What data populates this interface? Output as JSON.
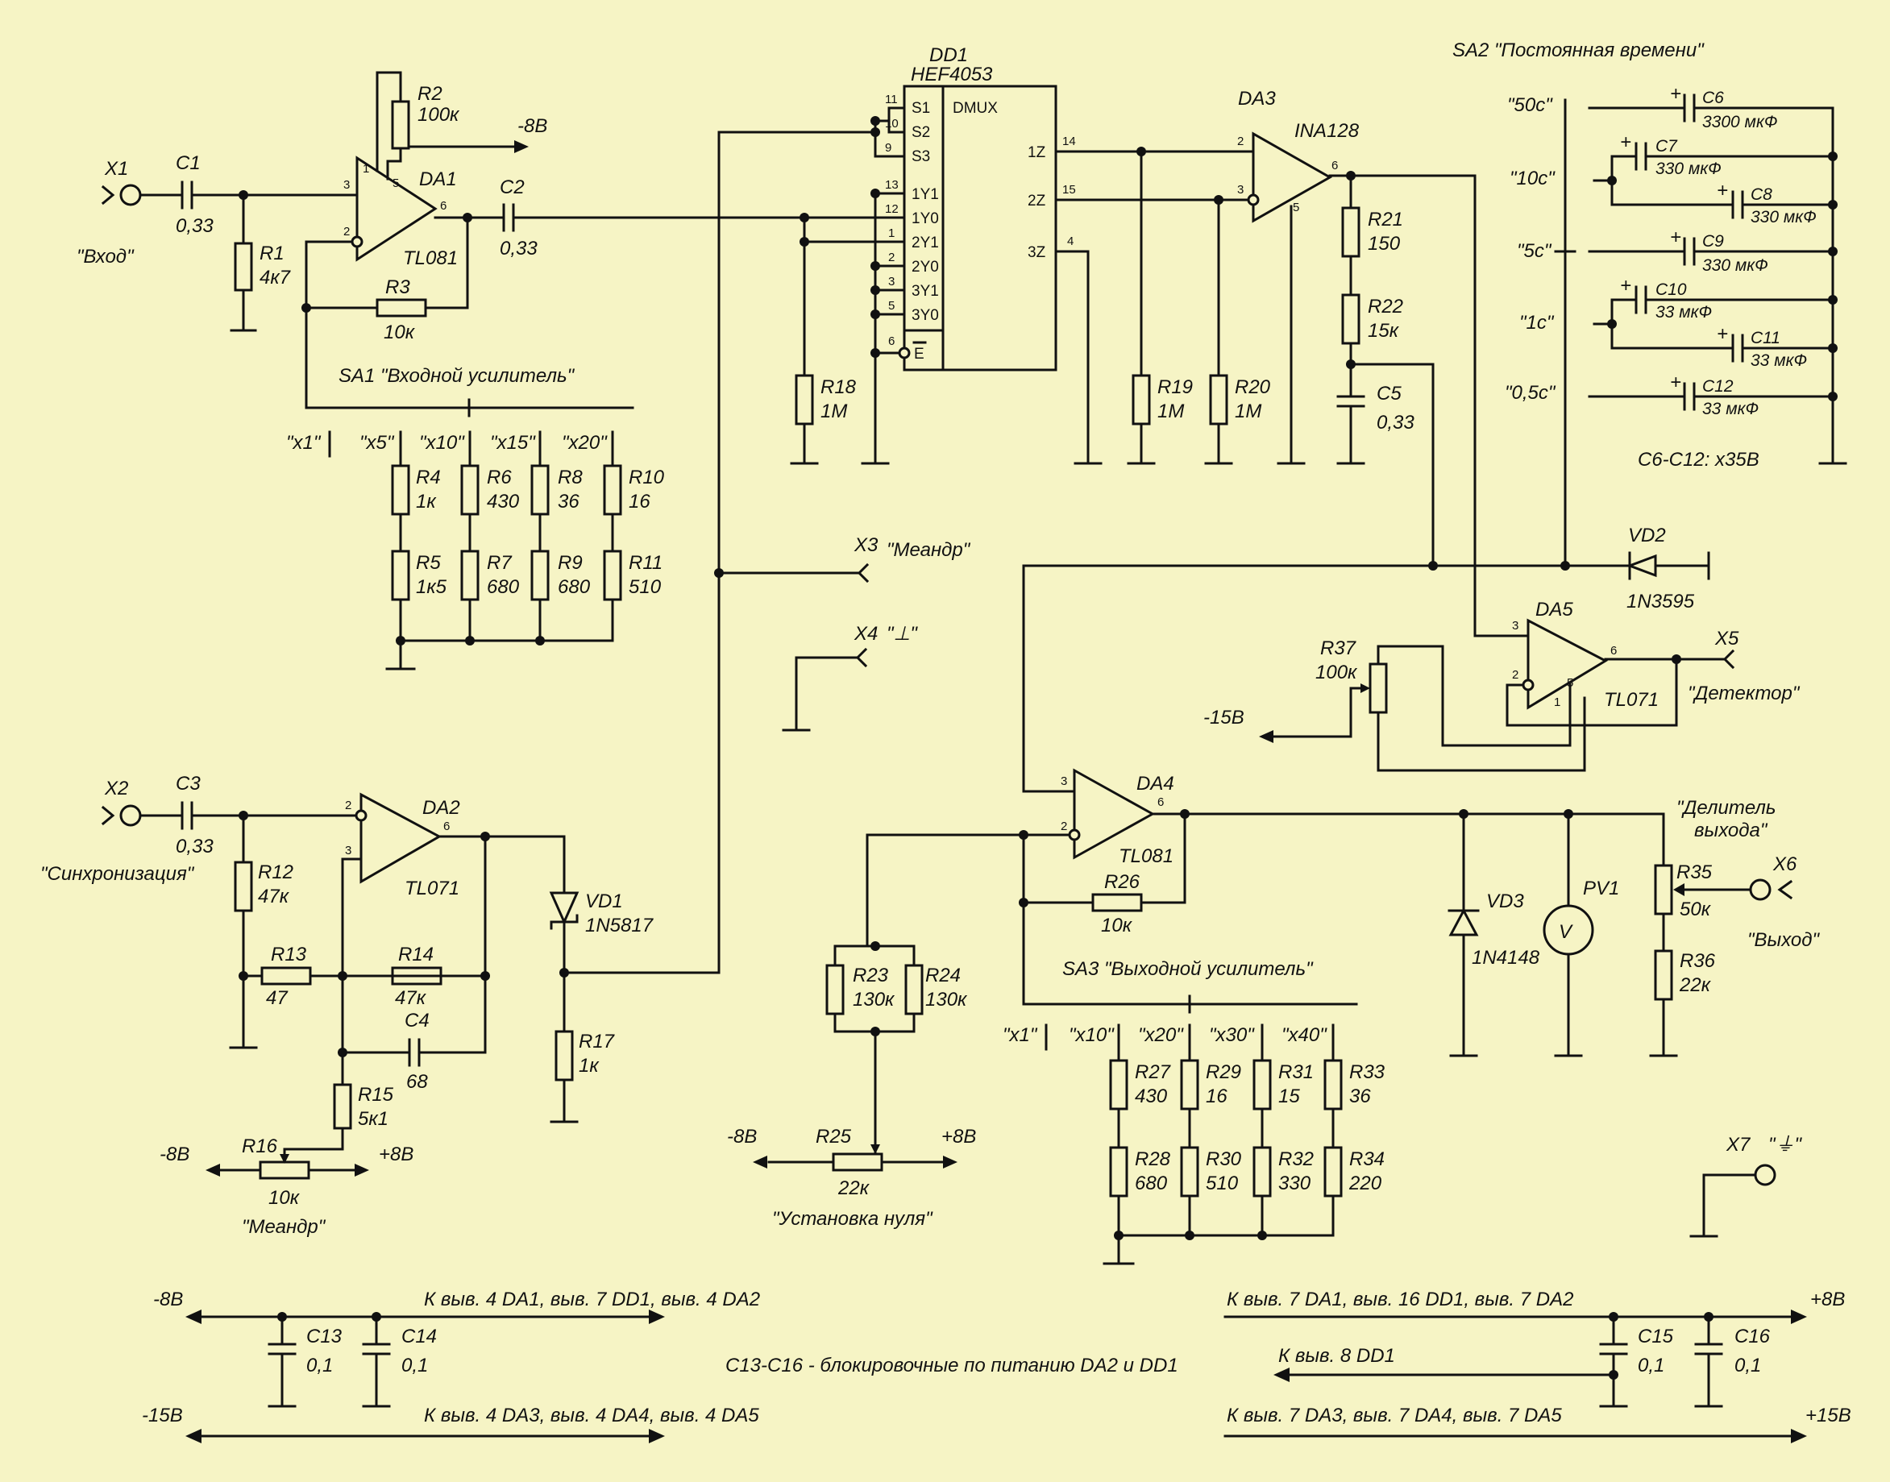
{
  "colors": {
    "background": "#f6f4c5",
    "ink": "#111111"
  },
  "titles": {
    "sa1": "SA1  \"Входной усилитель\"",
    "sa2": "SA2  \"Постоянная времени\"",
    "sa3": "SA3  \"Выходной усилитель\"",
    "cap_rating": "С6-С12: х35В",
    "decoupling": "С13-С16 - блокировочные по питанию DA2 и DD1"
  },
  "connectors": {
    "x1": "X1",
    "x1_label": "\"Вход\"",
    "x2": "X2",
    "x2_label": "\"Синхронизация\"",
    "x3": "X3",
    "x3_label": "\"Меандр\"",
    "x4": "X4",
    "x4_label": "\"⊥\"",
    "x5": "X5",
    "x5_label": "\"Детектор\"",
    "x6": "X6",
    "x6_label": "\"Выход\"",
    "x7": "X7",
    "x7_label": "\"⏚\""
  },
  "ics": {
    "dd1": "DD1",
    "dd1_type": "HEF4053",
    "dd1_func": "DMUX",
    "da1": "DA1",
    "da1_type": "TL081",
    "da2": "DA2",
    "da2_type": "TL071",
    "da3": "DA3",
    "da3_type": "INA128",
    "da4": "DA4",
    "da4_type": "TL081",
    "da5": "DA5",
    "da5_type": "TL071"
  },
  "dd1_pins_left": [
    {
      "num": "11",
      "name": "S1"
    },
    {
      "num": "10",
      "name": "S2"
    },
    {
      "num": "9",
      "name": "S3"
    },
    {
      "num": "13",
      "name": "1Y1"
    },
    {
      "num": "12",
      "name": "1Y0"
    },
    {
      "num": "1",
      "name": "2Y1"
    },
    {
      "num": "2",
      "name": "2Y0"
    },
    {
      "num": "3",
      "name": "3Y1"
    },
    {
      "num": "5",
      "name": "3Y0"
    },
    {
      "num": "6",
      "name": "E"
    }
  ],
  "dd1_pins_right": [
    {
      "num": "14",
      "name": "1Z"
    },
    {
      "num": "15",
      "name": "2Z"
    },
    {
      "num": "4",
      "name": "3Z"
    }
  ],
  "pins": {
    "da1_p1": "1",
    "da1_p5": "5",
    "da1_p3": "3",
    "da1_p2": "2",
    "da1_p6": "6",
    "da2_p2": "2",
    "da2_p3": "3",
    "da2_p6": "6",
    "da3_p2": "2",
    "da3_p3": "3",
    "da3_p6": "6",
    "da3_p5": "5",
    "da4_p3": "3",
    "da4_p2": "2",
    "da4_p6": "6",
    "da5_p3": "3",
    "da5_p2": "2",
    "da5_p6": "6",
    "da5_p5": "5",
    "da5_p1": "1"
  },
  "components": {
    "c1": "C1",
    "c1v": "0,33",
    "c2": "C2",
    "c2v": "0,33",
    "c3": "C3",
    "c3v": "0,33",
    "c4": "C4",
    "c4v": "68",
    "c5": "C5",
    "c5v": "0,33",
    "c6": "C6",
    "c6v": "3300 мкФ",
    "c7": "C7",
    "c7v": "330 мкФ",
    "c8": "C8",
    "c8v": "330 мкФ",
    "c9": "C9",
    "c9v": "330 мкФ",
    "c10": "C10",
    "c10v": "33 мкФ",
    "c11": "C11",
    "c11v": "33 мкФ",
    "c12": "C12",
    "c12v": "33 мкФ",
    "c13": "C13",
    "c13v": "0,1",
    "c14": "C14",
    "c14v": "0,1",
    "c15": "C15",
    "c15v": "0,1",
    "c16": "C16",
    "c16v": "0,1",
    "r1": "R1",
    "r1v": "4к7",
    "r2": "R2",
    "r2v": "100к",
    "r3": "R3",
    "r3v": "10к",
    "r4": "R4",
    "r4v": "1к",
    "r5": "R5",
    "r5v": "1к5",
    "r6": "R6",
    "r6v": "430",
    "r7": "R7",
    "r7v": "680",
    "r8": "R8",
    "r8v": "36",
    "r9": "R9",
    "r9v": "680",
    "r10": "R10",
    "r10v": "16",
    "r11": "R11",
    "r11v": "510",
    "r12": "R12",
    "r12v": "47к",
    "r13": "R13",
    "r13v": "47",
    "r14": "R14",
    "r14v": "47к",
    "r15": "R15",
    "r15v": "5к1",
    "r16": "R16",
    "r16v": "10к",
    "r17": "R17",
    "r17v": "1к",
    "r18": "R18",
    "r18v": "1М",
    "r19": "R19",
    "r19v": "1М",
    "r20": "R20",
    "r20v": "1М",
    "r21": "R21",
    "r21v": "150",
    "r22": "R22",
    "r22v": "15к",
    "r23": "R23",
    "r23v": "130к",
    "r24": "R24",
    "r24v": "130к",
    "r25": "R25",
    "r25v": "22к",
    "r26": "R26",
    "r26v": "10к",
    "r27": "R27",
    "r27v": "430",
    "r28": "R28",
    "r28v": "680",
    "r29": "R29",
    "r29v": "16",
    "r30": "R30",
    "r30v": "510",
    "r31": "R31",
    "r31v": "15",
    "r32": "R32",
    "r32v": "330",
    "r33": "R33",
    "r33v": "36",
    "r34": "R34",
    "r34v": "220",
    "r35": "R35",
    "r35v": "50к",
    "r36": "R36",
    "r36v": "22к",
    "r37": "R37",
    "r37v": "100к",
    "vd1": "VD1",
    "vd1v": "1N5817",
    "vd2": "VD2",
    "vd2v": "1N3595",
    "vd3": "VD3",
    "vd3v": "1N4148",
    "pv1": "PV1",
    "pv1_symbol": "V"
  },
  "switches": {
    "sa1_positions": [
      "\"x1\"",
      "\"x5\"",
      "\"x10\"",
      "\"x15\"",
      "\"x20\""
    ],
    "sa2_positions": [
      "\"50с\"",
      "\"10с\"",
      "\"5с\"",
      "\"1с\"",
      "\"0,5с\""
    ],
    "sa3_positions": [
      "\"x1\"",
      "\"x10\"",
      "\"x20\"",
      "\"x30\"",
      "\"x40\""
    ]
  },
  "labels": {
    "meander": "\"Меандр\"",
    "zero_set": "\"Установка нуля\"",
    "out_divider_1": "\"Делитель",
    "out_divider_2": "выхода\"",
    "m8v": "-8В",
    "p8v": "+8В",
    "m15v": "-15В",
    "p15v": "+15В"
  },
  "power": {
    "m8_dest": "К выв. 4 DA1, выв. 7 DD1, выв. 4 DA2",
    "m15_dest": "К выв. 4 DA3, выв. 4 DA4, выв. 4 DA5",
    "p8_dest": "К выв. 7 DA1, выв. 16 DD1, выв. 7 DA2",
    "p8_dd1": "К выв. 8 DD1",
    "p15_dest": "К выв. 7 DA3, выв. 7 DA4, выв. 7 DA5"
  }
}
